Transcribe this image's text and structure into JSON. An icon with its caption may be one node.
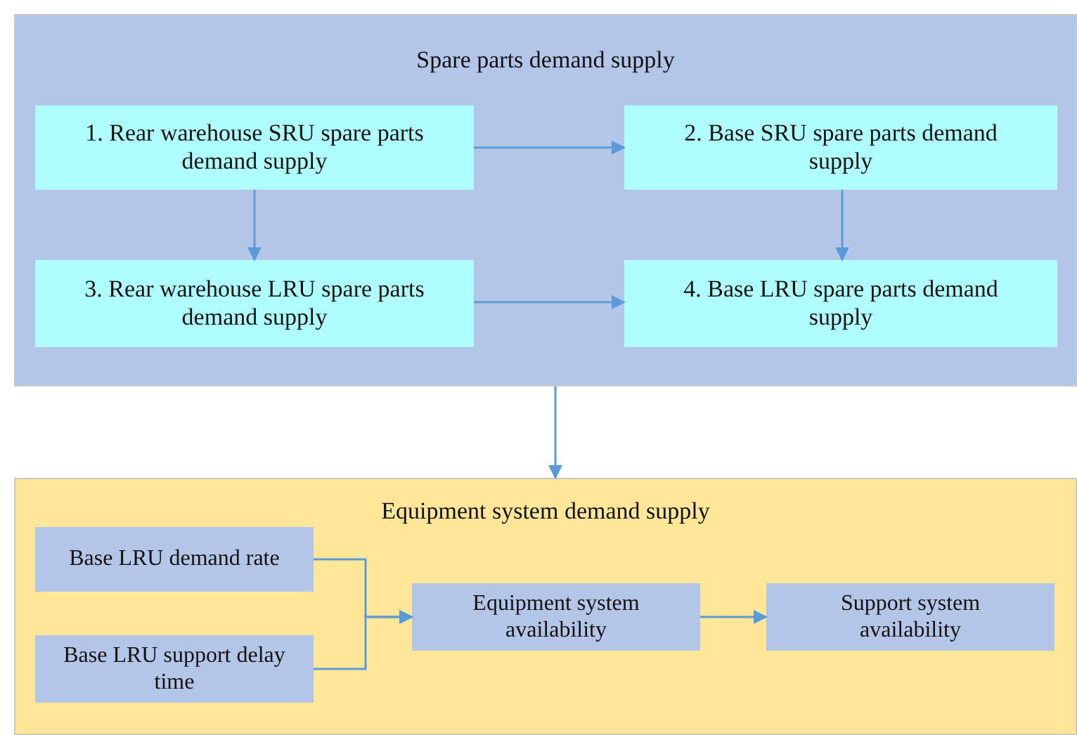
{
  "diagram": {
    "nodes": [
      {
        "text": [
          "Spare parts demand supply"
        ]
      },
      {
        "text": [
          "1. Rear warehouse SRU spare parts demand supply"
        ],
        "in": 0
      },
      {
        "text": [
          "2. Base SRU  spare parts demand supply"
        ],
        "in": 0
      },
      {
        "text": [
          "3. Rear warehouse LRU  spare parts demand supply"
        ],
        "in": 0
      },
      {
        "text": [
          "4. Base LRU  spare parts demand supply"
        ],
        "in": 0
      },
      {
        "text": [
          "Equipment system demand supply"
        ]
      },
      {
        "text": [
          "Base LRU demand rate"
        ],
        "in": 5
      },
      {
        "text": [
          "Base LRU support delay time"
        ],
        "in": 5
      },
      {
        "text": [
          "Equipment system availability"
        ],
        "in": 5
      },
      {
        "text": [
          "Support system availability"
        ],
        "in": 5
      }
    ],
    "edges": [
      {
        "from": 1,
        "to": 2,
        "arrow": "to"
      },
      {
        "from": 1,
        "to": 3,
        "arrow": "to"
      },
      {
        "from": 2,
        "to": 4,
        "arrow": "to"
      },
      {
        "from": 3,
        "to": 4,
        "arrow": "to"
      },
      {
        "from": 0,
        "to": 5,
        "arrow": "to"
      },
      {
        "from": 6,
        "to": 8,
        "arrow": "to"
      },
      {
        "from": 7,
        "to": 8,
        "arrow": "to"
      },
      {
        "from": 8,
        "to": 9,
        "arrow": "to"
      }
    ]
  }
}
